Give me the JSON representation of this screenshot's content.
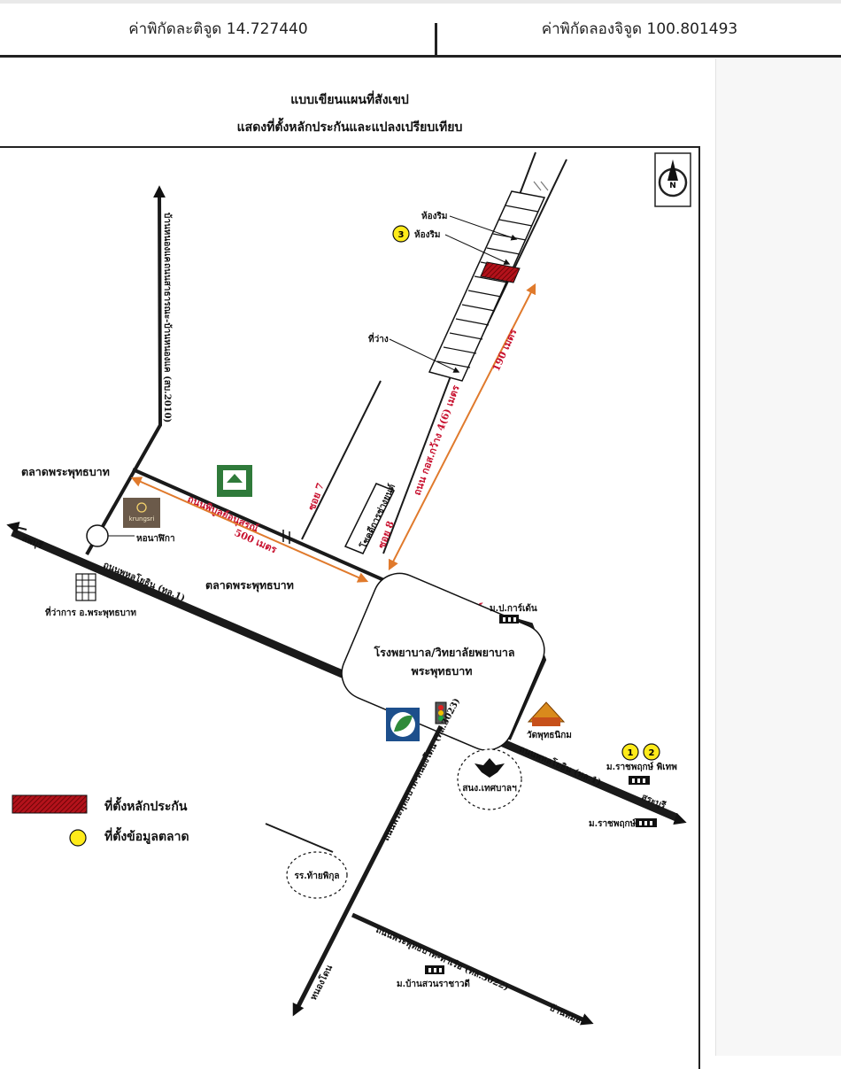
{
  "header": {
    "latitude": "ค่าพิกัดละติจูด 14.727440",
    "longitude": "ค่าพิกัดลองจิจูด 100.801493"
  },
  "map": {
    "title_line1": "แบบเขียนแผนที่สังเขป",
    "title_line2": "แสดงที่ตั้งหลักประกันและแปลงเปรียบเทียบ",
    "north": "N",
    "labels": {
      "market_1": "ตลาดพระพุทธบาท",
      "market_2": "ตลาดพระพุทธบาท",
      "lopburi": "ลพบุรี",
      "clock_tower": "หอนาฬิกา",
      "district_office": "ที่ว่าการ อ.พระพุทธบาท",
      "bank_logo": "krungsri",
      "road_nongkhae": "ถนนสาธารณะ-บ้านหนองแค (สบ.2010)",
      "road_nongkhae_end": "บ้านหนองแค",
      "road_phahon_1": "ถนนพหลโยธิน (ทล.1)",
      "road_phahon_2": "ถนนพหลโยธิน (ทล.1)",
      "saraburi": "สระบุรี",
      "road_phibun_1": "ถนนพิบูลย์อนุสรณ์",
      "road_phibun_2": "ถนนพิบูลย์อนุสรณ์",
      "dist_500": "500 เมตร",
      "dist_190": "190 เมตร",
      "soi_7": "ซอย 7",
      "soi_8": "ซอย 8",
      "road_kor": "ถนน กอส.กว้าง 4(6) เมตร",
      "tire_shop": "โชคดีการช่างยนต์",
      "shophouse_1": "ห้องริม",
      "shophouse_2": "ห้องริม",
      "vacant": "ที่ว่าง",
      "hospital_1": "โรงพยาบาล/วิทยาลัยพยาบาล",
      "hospital_2": "พระพุทธบาท",
      "village_pkarden": "ม.ป.การ์เด้น",
      "temple": "วัดพุทธนิกม",
      "village_ratchaphruek_phithan": "ม.ราชพฤกษ์ พิเทพ",
      "village_ratchaphruek": "ม.ราชพฤกษ์",
      "municipality": "สนง.เทศบาลฯ",
      "school": "รร.ท้ายพิกุล",
      "road_nongdon": "ถนนพระพุทธบาท-หนองโดน (ทล.3023)",
      "nongdon": "หนองโดน",
      "road_tharuea": "ถนนพระพุทธบาท-ท่าเรือ (ทล.3022)",
      "village_suanrachawadi": "ม.บ้านสวนราชาวดี",
      "ban_mo": "บ้านหมอ"
    },
    "markers": {
      "m1": "1",
      "m2": "2",
      "m3": "3"
    },
    "legend": {
      "collateral": "ที่ตั้งหลักประกัน",
      "market_data": "ที่ตั้งข้อมูลตลาด"
    },
    "colors": {
      "road": "#1a1a1a",
      "distance": "#e07a2c",
      "red_label": "#c8102e",
      "collateral_fill": "#b3121b",
      "marker_fill": "#ffeb1a"
    }
  }
}
